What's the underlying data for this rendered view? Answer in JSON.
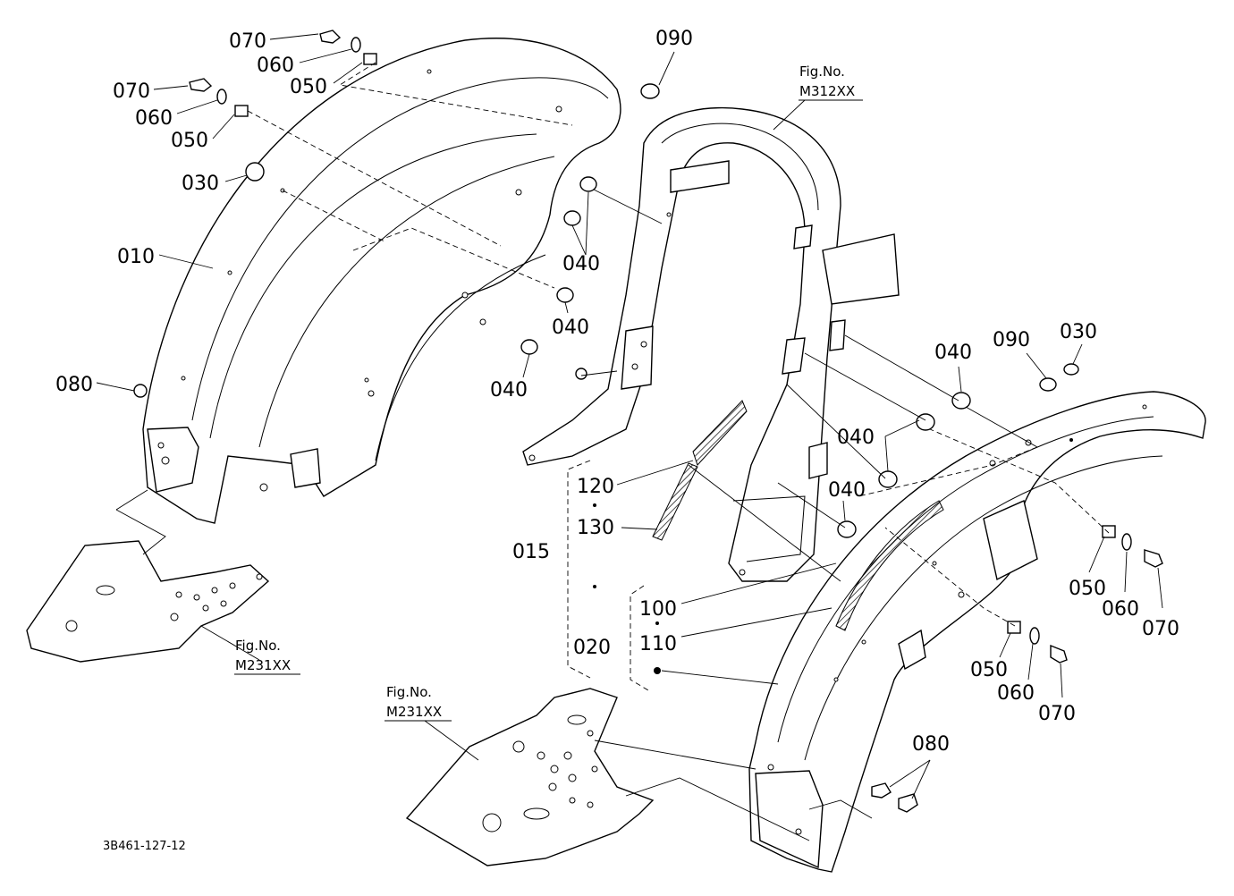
{
  "diagram_code": "3B461-127-12",
  "fig_refs": {
    "rops": {
      "title": "Fig.No.",
      "number": "M312XX"
    },
    "floor_left": {
      "title": "Fig.No.",
      "number": "M231XX"
    },
    "floor_center": {
      "title": "Fig.No.",
      "number": "M231XX"
    }
  },
  "callouts": {
    "c070a": "070",
    "c060a": "060",
    "c050a": "050",
    "c070b": "070",
    "c060b": "060",
    "c050b": "050",
    "c030a": "030",
    "c010": "010",
    "c080a": "080",
    "c090a": "090",
    "c040a": "040",
    "c040b": "040",
    "c040c": "040",
    "c040d": "040",
    "c040e": "040",
    "c040f": "040",
    "c090b": "090",
    "c030b": "030",
    "c120": "120",
    "c130": "130",
    "c015": "015",
    "c100": "100",
    "c110": "110",
    "c020": "020",
    "c050c": "050",
    "c060c": "060",
    "c070c": "070",
    "c050d": "050",
    "c060d": "060",
    "c070d": "070",
    "c080b": "080"
  }
}
